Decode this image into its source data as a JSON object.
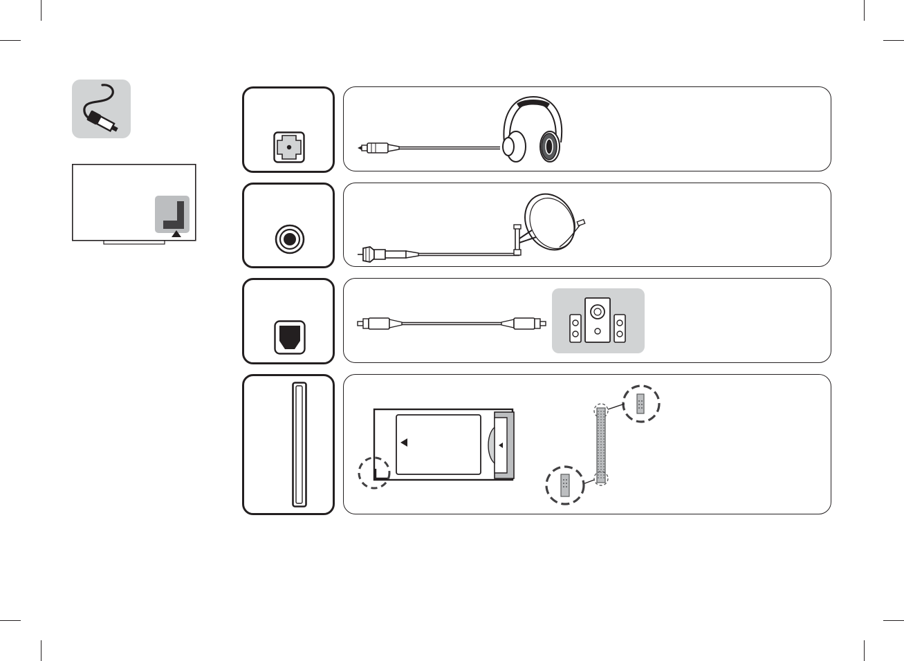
{
  "page": {
    "colors": {
      "ink": "#231f20",
      "gray_panel": "#d1d3d4",
      "mid_gray": "#bcbec0",
      "dark_gray": "#58595b",
      "white": "#ffffff"
    }
  },
  "category_icon": {
    "icon": "cable-connector-icon"
  },
  "tv_rear": {
    "icon": "tv-rear-panel-icon",
    "highlight": "port-panel-highlight",
    "marker": "triangle-up-marker"
  },
  "rows": [
    {
      "id": "headphone",
      "port_icon": "headphone-jack-port-icon",
      "cable_icon": "headphone-plug-cable-icon",
      "device_icon": "headphones-icon"
    },
    {
      "id": "satellite",
      "port_icon": "coaxial-port-icon",
      "cable_icon": "f-connector-cable-icon",
      "device_icon": "satellite-dish-icon"
    },
    {
      "id": "optical",
      "port_icon": "optical-port-icon",
      "cable_icon": "optical-cable-icon",
      "device_icon": "speaker-system-icon"
    },
    {
      "id": "ci-slot",
      "port_icon": "ci-card-slot-icon",
      "cable_icon": "ci-module-card-icon",
      "device_icon": "ci-slot-cross-section-icon"
    }
  ]
}
